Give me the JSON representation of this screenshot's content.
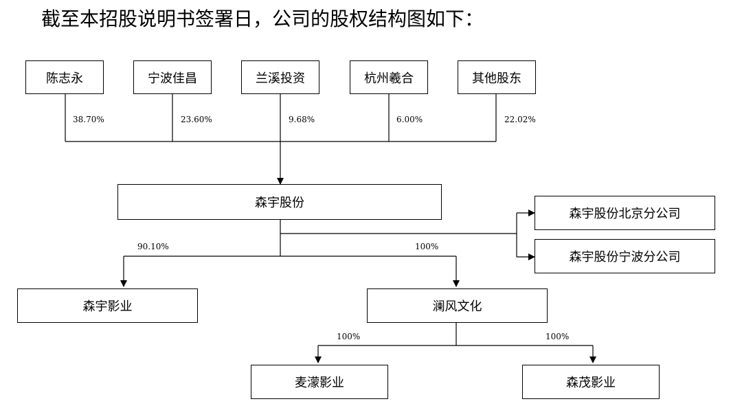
{
  "heading": "截至本招股说明书签署日，公司的股权结构图如下：",
  "shareholders": [
    {
      "name": "陈志永",
      "pct": "38.70%"
    },
    {
      "name": "宁波佳昌",
      "pct": "23.60%"
    },
    {
      "name": "兰溪投资",
      "pct": "9.68%"
    },
    {
      "name": "杭州羲合",
      "pct": "6.00%"
    },
    {
      "name": "其他股东",
      "pct": "22.02%"
    }
  ],
  "company": "森宇股份",
  "branches": [
    "森宇股份北京分公司",
    "森宇股份宁波分公司"
  ],
  "subsidiaries": [
    {
      "name": "森宇影业",
      "pct": "90.10%"
    },
    {
      "name": "澜风文化",
      "pct": "100%"
    }
  ],
  "grand_subsidiaries": [
    {
      "name": "麦濛影业",
      "pct": "100%"
    },
    {
      "name": "森茂影业",
      "pct": "100%"
    }
  ]
}
